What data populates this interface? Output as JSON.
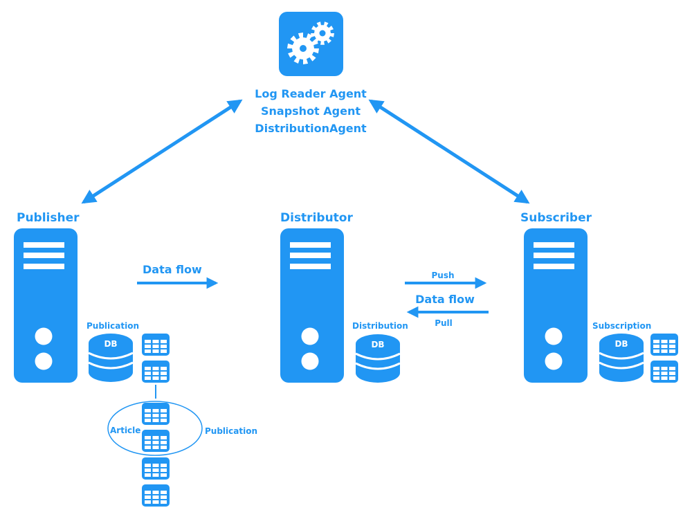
{
  "colors": {
    "primary": "#2196f3",
    "background": "#ffffff",
    "inner": "#ffffff"
  },
  "agents": {
    "icon": "gears-icon",
    "lines": [
      "Log Reader Agent",
      "Snapshot Agent",
      "DistributionAgent"
    ]
  },
  "nodes": {
    "publisher": {
      "label": "Publisher",
      "icon": "server-icon",
      "db_label": "Publication",
      "db_text": "DB"
    },
    "distributor": {
      "label": "Distributor",
      "icon": "server-icon",
      "db_label": "Distribution",
      "db_text": "DB"
    },
    "subscriber": {
      "label": "Subscriber",
      "icon": "server-icon",
      "db_label": "Subscription",
      "db_text": "DB"
    }
  },
  "flows": {
    "publisher_to_distributor": {
      "label": "Data flow"
    },
    "distributor_subscriber": {
      "label": "Data flow",
      "push": "Push",
      "pull": "Pull"
    }
  },
  "publication_group": {
    "article_label": "Article",
    "publication_label": "Publication"
  }
}
